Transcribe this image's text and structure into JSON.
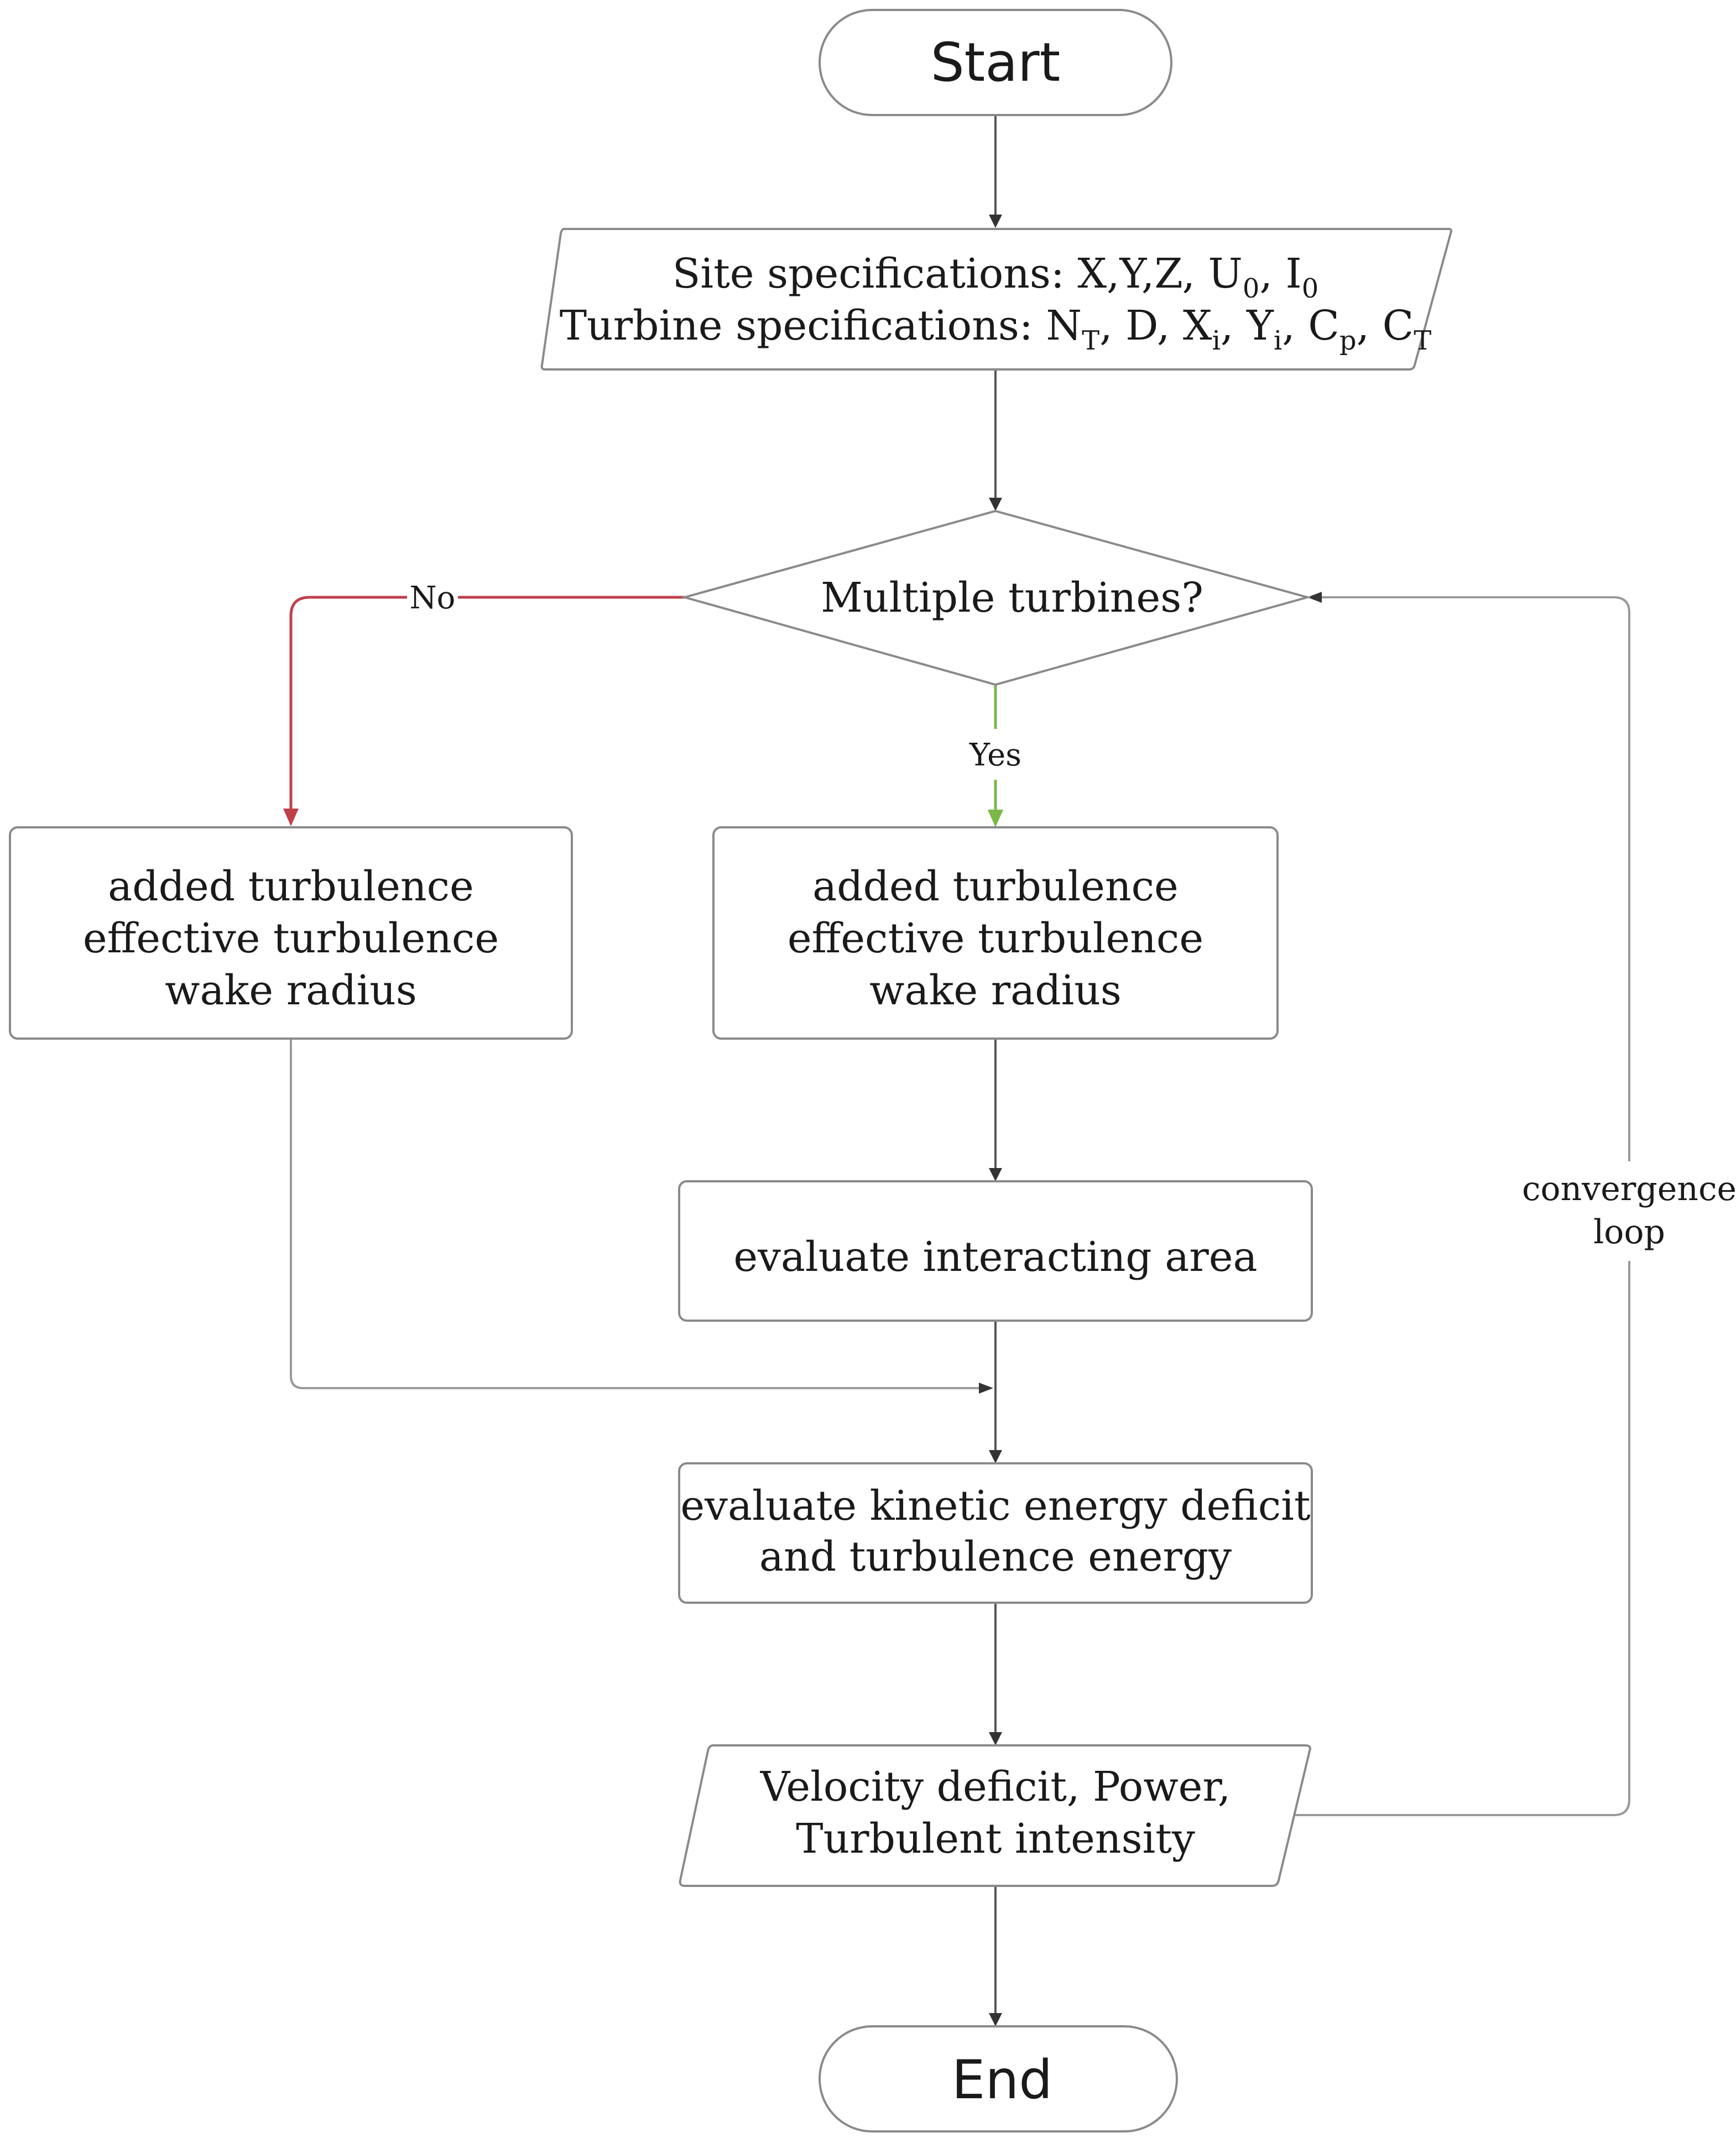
{
  "nodes": {
    "start": {
      "label": "Start"
    },
    "inputs": {
      "site_label": "Site specifications: X,Y,Z, U",
      "site_sub1": "0",
      "site_sep1": ", I",
      "site_sub2": "0",
      "turbine_label": "Turbine specifications: N",
      "turbine_sub_t": "T",
      "turbine_mid1": ", D, X",
      "turbine_sub_i1": "i",
      "turbine_mid2": ", Y",
      "turbine_sub_i2": "i",
      "turbine_mid3": ", C",
      "turbine_sub_p": "p",
      "turbine_mid4": ", C",
      "turbine_sub_t2": "T"
    },
    "decision": {
      "label": "Multiple turbines?"
    },
    "left_box": {
      "line1": "added turbulence",
      "line2": "effective turbulence",
      "line3": "wake radius"
    },
    "center_box": {
      "line1": "added turbulence",
      "line2": "effective turbulence",
      "line3": "wake radius"
    },
    "interacting": {
      "label": "evaluate interacting area"
    },
    "kinetic": {
      "line1": "evaluate kinetic energy deficit",
      "line2": "and turbulence energy"
    },
    "outputs": {
      "line1": "Velocity deficit, Power,",
      "line2": "Turbulent intensity"
    },
    "end": {
      "label": "End"
    }
  },
  "edges": {
    "no_label": "No",
    "yes_label": "Yes",
    "loop_line1": "convergence",
    "loop_line2": "loop"
  },
  "colors": {
    "no_branch": "#c0404a",
    "yes_branch": "#7ab848",
    "stroke": "#8a8a8a"
  }
}
